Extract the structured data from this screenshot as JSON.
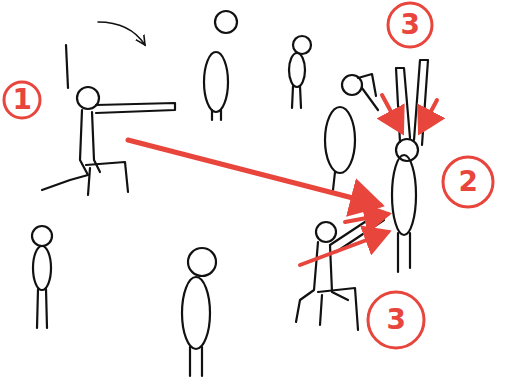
{
  "diagram": {
    "labels": [
      "3",
      "1",
      "2",
      "3"
    ]
  }
}
